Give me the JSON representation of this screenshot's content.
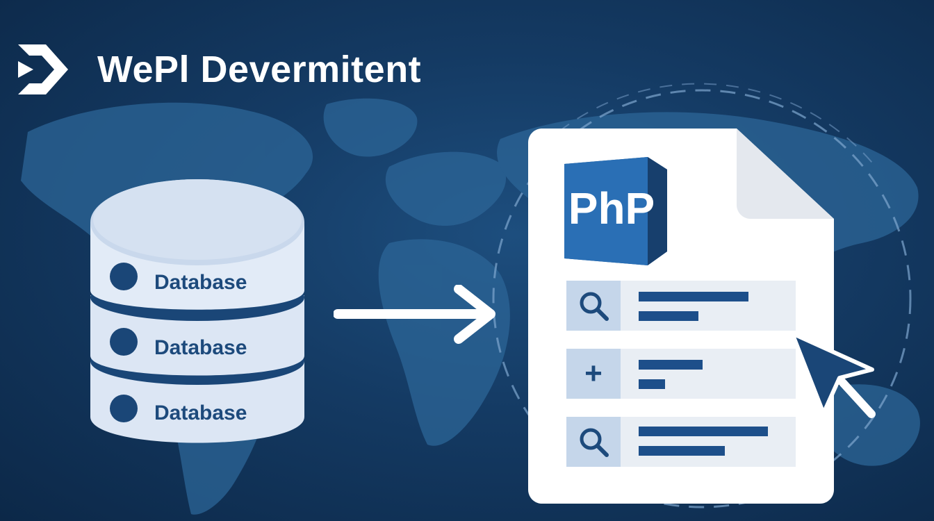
{
  "header": {
    "title": "WePl Devermitent",
    "logo_icon": "chevron-d-logo-icon"
  },
  "database": {
    "labels": [
      "Database",
      "Database",
      "Database"
    ]
  },
  "document": {
    "badge_text": "PhP",
    "rows": [
      {
        "icon": "search-icon"
      },
      {
        "icon": "plus-icon",
        "glyph": "+"
      },
      {
        "icon": "search-icon"
      }
    ]
  },
  "colors": {
    "background": "#143a63",
    "accent": "#1d4f8a",
    "paper": "#ffffff",
    "db_body": "#e2ebf7"
  }
}
